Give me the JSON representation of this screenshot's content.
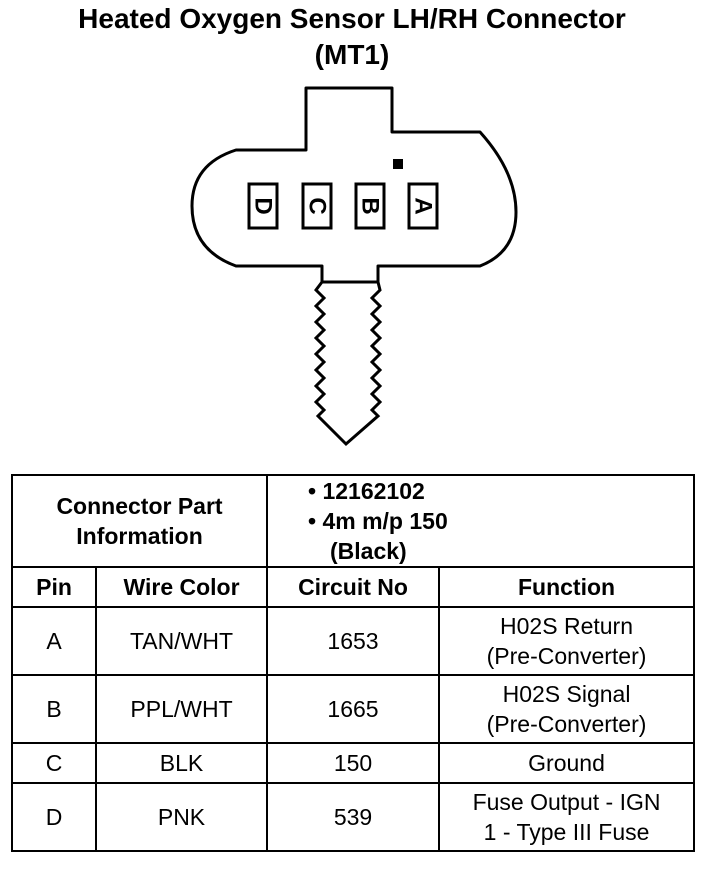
{
  "title": {
    "line1": "Heated Oxygen Sensor LH/RH Connector",
    "line2": "(MT1)"
  },
  "connector": {
    "pins": [
      "D",
      "C",
      "B",
      "A"
    ]
  },
  "part_info": {
    "label_line1": "Connector Part",
    "label_line2": "Information",
    "items": [
      "• 12162102",
      "• 4m m/p 150",
      "(Black)"
    ]
  },
  "table": {
    "headers": [
      "Pin",
      "Wire Color",
      "Circuit No",
      "Function"
    ],
    "rows": [
      {
        "pin": "A",
        "wire": "TAN/WHT",
        "circuit": "1653",
        "function1": "H02S Return",
        "function2": "(Pre-Converter)"
      },
      {
        "pin": "B",
        "wire": "PPL/WHT",
        "circuit": "1665",
        "function1": "H02S Signal",
        "function2": "(Pre-Converter)"
      },
      {
        "pin": "C",
        "wire": "BLK",
        "circuit": "150",
        "function1": "Ground",
        "function2": ""
      },
      {
        "pin": "D",
        "wire": "PNK",
        "circuit": "539",
        "function1": "Fuse Output - IGN",
        "function2": "1 - Type III Fuse"
      }
    ]
  }
}
